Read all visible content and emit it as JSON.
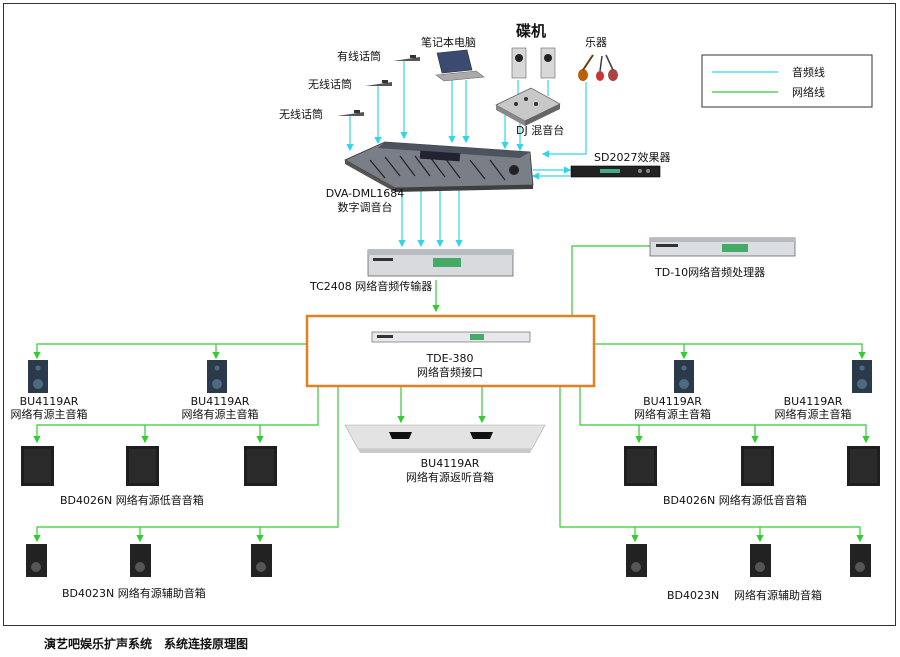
{
  "caption": "演艺吧娱乐扩声系统　系统连接原理图",
  "legend": {
    "audio": "音频线",
    "network": "网络线",
    "audio_color": "#33d6e6",
    "network_color": "#33cc33"
  },
  "inputs": {
    "mic_wired": "有线话筒",
    "mic_wireless_1": "无线话筒",
    "mic_wireless_2": "无线话筒",
    "laptop": "笔记本电脑",
    "cd": "碟机",
    "instruments": "乐器",
    "dj": "DJ 混音台",
    "effects": "SD2027效果器"
  },
  "console": {
    "model": "DVA-DML1684",
    "name": "数字调音台"
  },
  "transmitter": "TC2408 网络音频传输器",
  "processor": "TD-10网络音频处理器",
  "interface": {
    "model": "TDE-380",
    "name": "网络音频接口"
  },
  "monitor": {
    "model": "BU4119AR",
    "name": "网络有源返听音箱"
  },
  "left": {
    "main1_model": "BU4119AR",
    "main1_name": "网络有源主音箱",
    "main2_model": "BU4119AR",
    "main2_name": "网络有源主音箱",
    "sub": "BD4026N 网络有源低音音箱",
    "aux": "BD4023N 网络有源辅助音箱"
  },
  "right": {
    "main1_model": "BU4119AR",
    "main1_name": "网络有源主音箱",
    "main2_model": "BU4119AR",
    "main2_name": "网络有源主音箱",
    "sub": "BD4026N 网络有源低音音箱",
    "aux_model": "BD4023N",
    "aux_name": "网络有源辅助音箱"
  }
}
